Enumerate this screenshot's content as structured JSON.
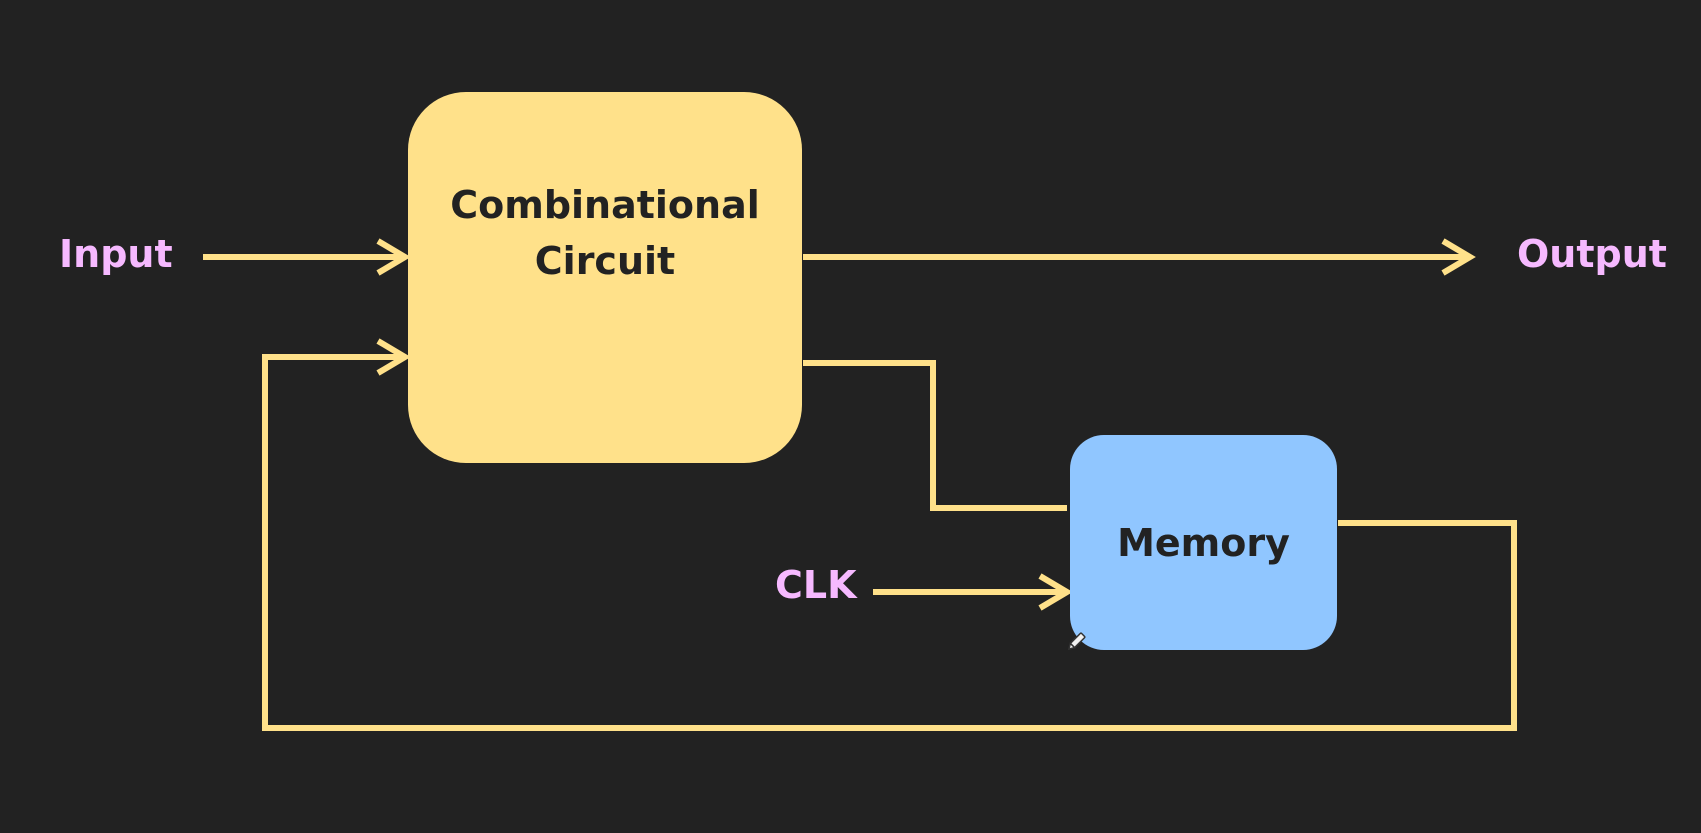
{
  "diagram": {
    "blocks": {
      "combinational": {
        "line1": "Combinational",
        "line2": "Circuit"
      },
      "memory": {
        "label": "Memory"
      }
    },
    "signals": {
      "input": "Input",
      "output": "Output",
      "clock": "CLK"
    },
    "colors": {
      "background": "#222222",
      "wire": "#ffe18a",
      "combinational_fill": "#ffe18a",
      "memory_fill": "#90c6ff",
      "signal_label": "#f6b9ff",
      "block_text": "#222222"
    },
    "icons": [
      "pen-cursor-icon"
    ]
  }
}
